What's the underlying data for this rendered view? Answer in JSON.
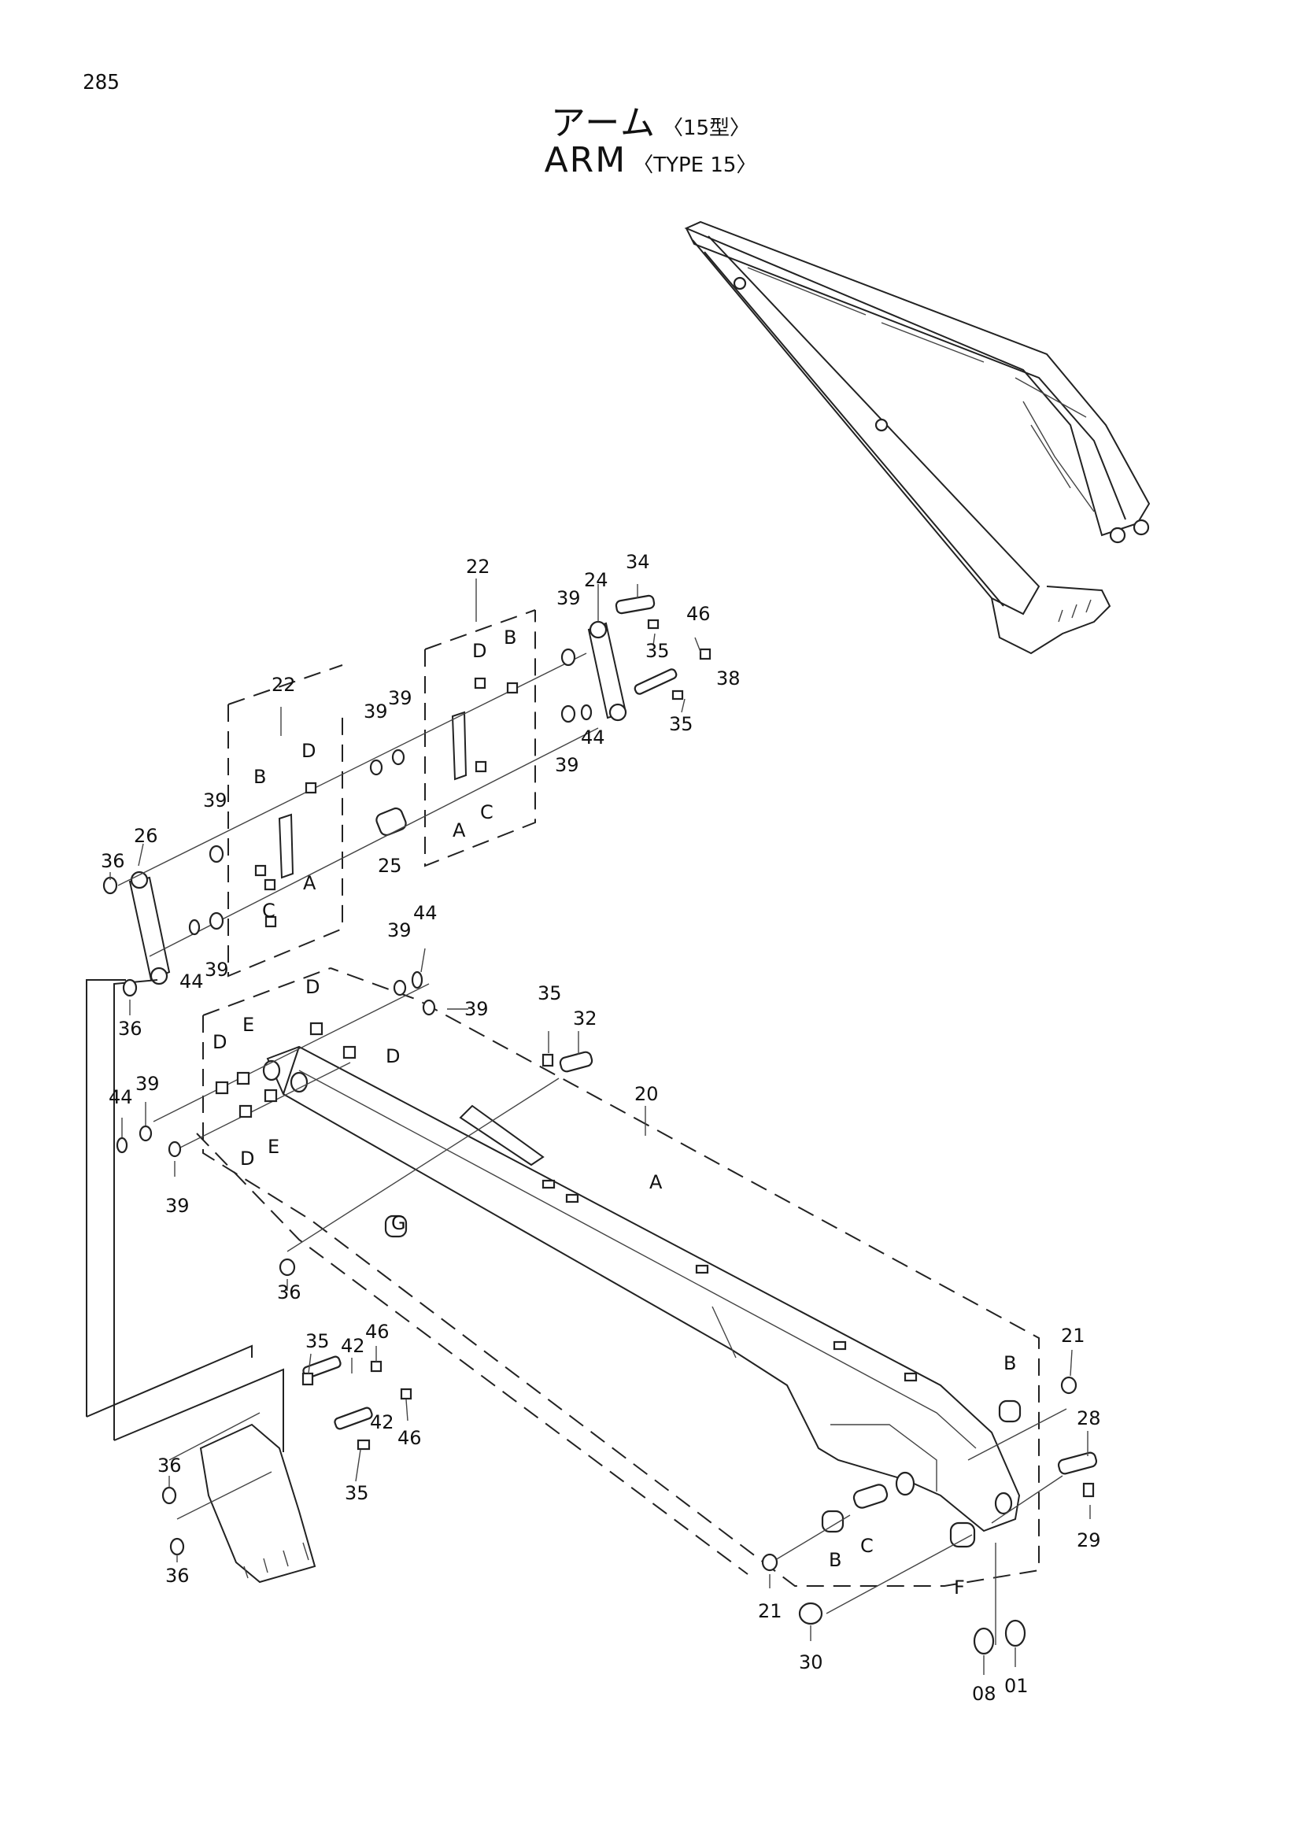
{
  "page": {
    "number": "285"
  },
  "title": {
    "jp_main": "アーム",
    "jp_sub": "〈15型〉",
    "en_main": "ARM",
    "en_sub": "〈TYPE 15〉"
  },
  "callouts": {
    "c01": "01",
    "c08": "08",
    "c20": "20",
    "c21a": "21",
    "c21b": "21",
    "c22a": "22",
    "c22b": "22",
    "c24": "24",
    "c25": "25",
    "c26": "26",
    "c28": "28",
    "c29": "29",
    "c30": "30",
    "c32": "32",
    "c34": "34",
    "c35a": "35",
    "c35b": "35",
    "c35c": "35",
    "c35d": "35",
    "c35e": "35",
    "c36a": "36",
    "c36b": "36",
    "c36c": "36",
    "c36d": "36",
    "c36e": "36",
    "c38": "38",
    "c39a": "39",
    "c39b": "39",
    "c39c": "39",
    "c39d": "39",
    "c39e": "39",
    "c39f": "39",
    "c39g": "39",
    "c39h": "39",
    "c39i": "39",
    "c39j": "39",
    "c42a": "42",
    "c42b": "42",
    "c44a": "44",
    "c44b": "44",
    "c44c": "44",
    "c44d": "44",
    "c46a": "46",
    "c46b": "46",
    "c46c": "46"
  },
  "letters": {
    "a1": "A",
    "a2": "A",
    "a3": "A",
    "b1": "B",
    "b2": "B",
    "b3": "B",
    "b4": "B",
    "c1": "C",
    "c2": "C",
    "c3": "C",
    "d1": "D",
    "d2": "D",
    "d3": "D",
    "d4": "D",
    "d5": "D",
    "d6": "D",
    "e1": "E",
    "e2": "E",
    "f1": "F",
    "g1": "G"
  }
}
